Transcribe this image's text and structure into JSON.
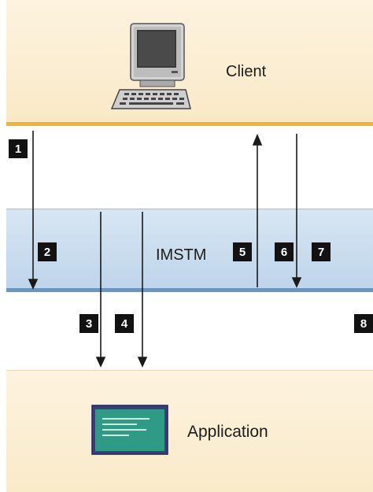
{
  "client": {
    "label": "Client",
    "icon": "desktop-computer-icon"
  },
  "ims": {
    "label": "IMSTM"
  },
  "application": {
    "label": "Application",
    "icon": "application-window-icon"
  },
  "steps": [
    "1",
    "2",
    "3",
    "4",
    "5",
    "6",
    "7",
    "8"
  ],
  "colors": {
    "client_band": "#fdf3df",
    "client_border": "#f2b330",
    "ims_band": "#c9dcee",
    "ims_border": "#6d95c1",
    "app_band": "#fdf3df",
    "step_box": "#121212"
  }
}
